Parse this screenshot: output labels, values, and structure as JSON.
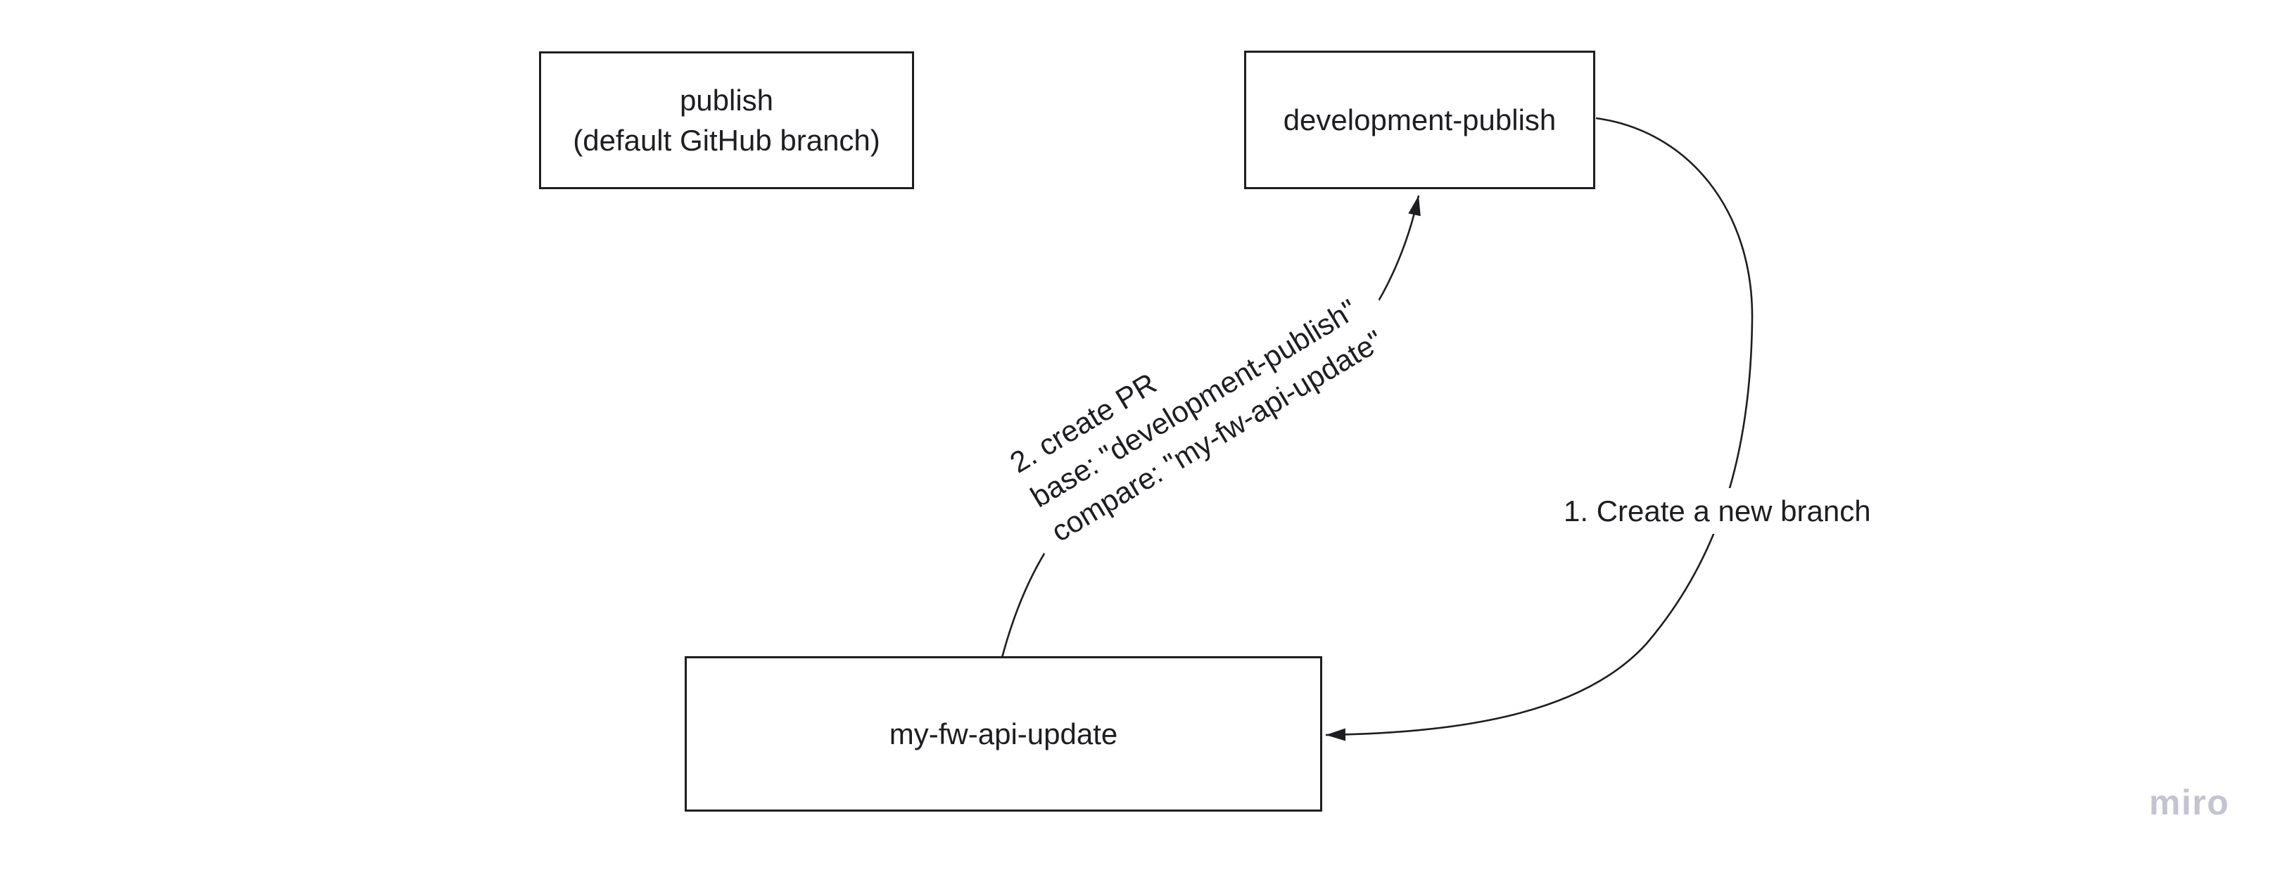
{
  "theme": {
    "ink": "#1e1e22",
    "canvas-bg": "#ffffff",
    "watermark-color": "#c4c3d0"
  },
  "diagram": {
    "nodes": {
      "publish": {
        "label": "publish\n(default GitHub branch)"
      },
      "development_publish": {
        "label": "development-publish"
      },
      "my_fw_api_update": {
        "label": "my-fw-api-update"
      }
    },
    "connectors": {
      "create_branch": {
        "label": "1. Create a new branch",
        "from": "development-publish",
        "to": "my-fw-api-update"
      },
      "create_pr": {
        "label": "2. create PR\nbase: \"development-publish\"\ncompare: \"my-fw-api-update\"",
        "from": "my-fw-api-update",
        "to": "development-publish"
      }
    }
  },
  "watermark": {
    "label": "miro"
  }
}
